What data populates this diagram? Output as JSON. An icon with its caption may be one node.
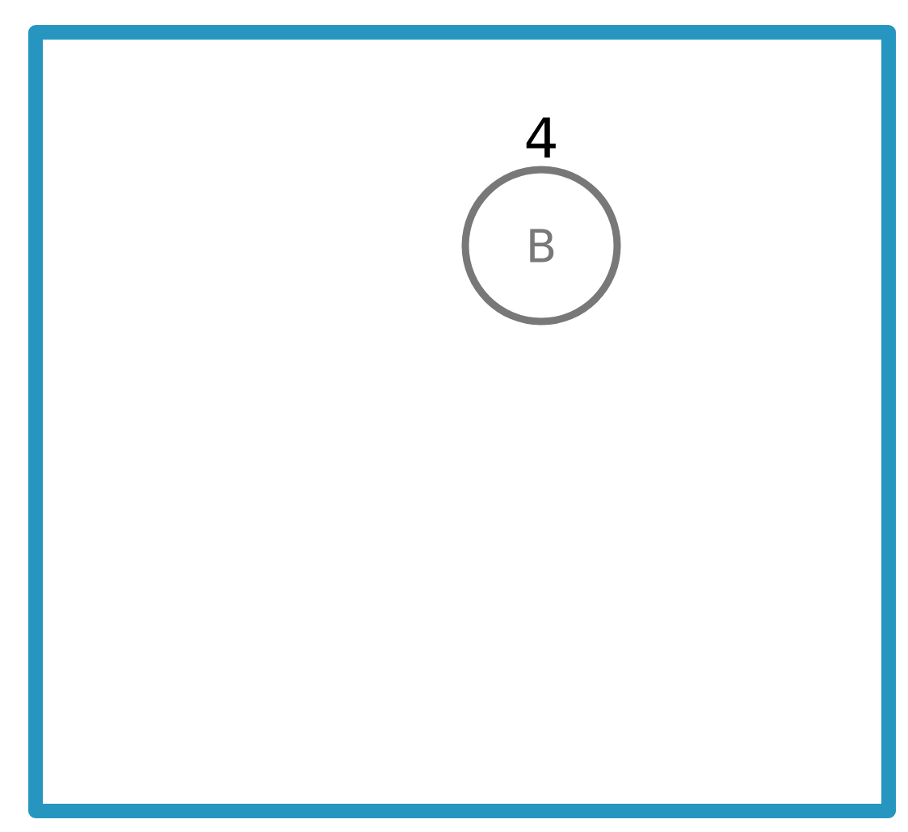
{
  "diagram": {
    "nodes": [
      {
        "text": [],
        "shape": "box"
      },
      {
        "text": [
          "B"
        ],
        "in": 0,
        "beside": [
          "4"
        ]
      }
    ]
  }
}
